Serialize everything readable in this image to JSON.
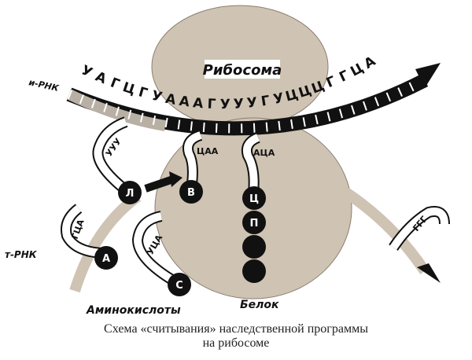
{
  "labels": {
    "ribosome": "Рибосома",
    "mrna": "и-РНК",
    "trna": "т-РНК",
    "amino_acids": "Аминокислоты",
    "protein": "Белок"
  },
  "mrna_sequence": [
    "У",
    "А",
    "Г",
    "Ц",
    "Г",
    "У",
    "А",
    "А",
    "А",
    "Г",
    "У",
    "У",
    "У",
    "Г",
    "У",
    "Ц",
    "Ц",
    "Ц",
    "Г",
    "Г",
    "Ц",
    "А"
  ],
  "trna": [
    {
      "anticodon": "УУУ",
      "amino_acid": "Л"
    },
    {
      "anticodon": "ГЦА",
      "amino_acid": "А"
    },
    {
      "anticodon": "УЦА",
      "amino_acid": "С"
    },
    {
      "anticodon": "ЦАА",
      "amino_acid": "В"
    },
    {
      "anticodon": "АЦА",
      "amino_acid": "Ц"
    },
    {
      "anticodon": "ГГГ",
      "amino_acid": ""
    }
  ],
  "protein_chain": [
    "Ц",
    "П",
    "",
    "",
    ""
  ],
  "caption": {
    "line1": "Схема «считывания» наследственной программы",
    "line2": "на рибосоме"
  },
  "colors": {
    "ink": "#111111",
    "stipple": "#cfc3b3",
    "paper": "#ffffff"
  }
}
